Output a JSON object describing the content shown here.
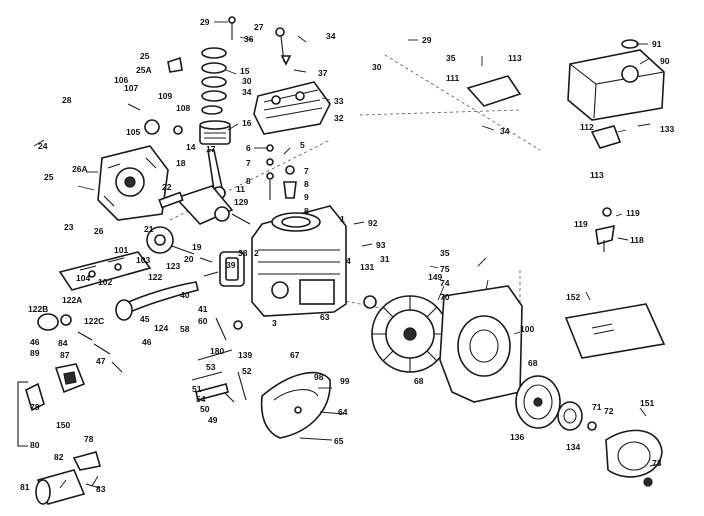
{
  "labels": {
    "p29a": "29",
    "p27": "27",
    "p36a": "36",
    "p34a": "34",
    "p29b": "29",
    "p30a": "30",
    "p35a": "35",
    "p111": "111",
    "p113a": "113",
    "p91": "91",
    "p90": "90",
    "p25": "25",
    "p25a": "25A",
    "p15": "15",
    "p30b": "30",
    "p34b": "34",
    "p37": "37",
    "p106": "106",
    "p107": "107",
    "p109": "109",
    "p108": "108",
    "p105": "105",
    "p33": "33",
    "p32": "32",
    "p28": "28",
    "p24": "24",
    "p16": "16",
    "p14": "14",
    "p17": "17",
    "p18": "18",
    "p6": "6",
    "p5": "5",
    "p7a": "7",
    "p8a": "8",
    "p7b": "7",
    "p8b": "8",
    "p11": "11",
    "p34c": "34",
    "p112": "112",
    "p133": "133",
    "p25b": "25",
    "p26a": "26A",
    "p22": "22",
    "p129": "129",
    "p23": "23",
    "p26": "26",
    "p113b": "113",
    "p119a": "119",
    "p119b": "119",
    "p118": "118",
    "p21": "21",
    "p101": "101",
    "p103": "103",
    "p104": "104",
    "p102": "102",
    "p19": "19",
    "p20": "20",
    "p38": "38",
    "p39": "39",
    "p2": "2",
    "p1": "1",
    "p92": "92",
    "p93": "93",
    "p31": "31",
    "p131": "131",
    "p149": "149",
    "p35b": "35",
    "p75": "75",
    "p74": "74",
    "p70": "70",
    "p152": "152",
    "p123": "123",
    "p122": "122",
    "p40": "40",
    "p41": "41",
    "p60": "60",
    "p122b": "122B",
    "p122a": "122A",
    "p122c": "122C",
    "p45": "45",
    "p124": "124",
    "p3": "3",
    "p4": "4",
    "p63": "63",
    "p46a": "46",
    "p89": "89",
    "p84": "84",
    "p87": "87",
    "p46b": "46",
    "p58": "58",
    "p180": "180",
    "p139": "139",
    "p67": "67",
    "p100": "100",
    "p68a": "68",
    "p47": "47",
    "p53": "53",
    "p52": "52",
    "p98": "98",
    "p99": "99",
    "p68b": "68",
    "p78a": "78",
    "p150": "150",
    "p51": "51",
    "p54": "54",
    "p50": "50",
    "p49": "49",
    "p64": "64",
    "p71": "71",
    "p72": "72",
    "p151": "151",
    "p136": "136",
    "p134": "134",
    "p80": "80",
    "p78b": "78",
    "p65": "65",
    "p82": "82",
    "p73": "73",
    "p81": "81",
    "p83": "83",
    "p9": "9",
    "p8c": "8"
  }
}
